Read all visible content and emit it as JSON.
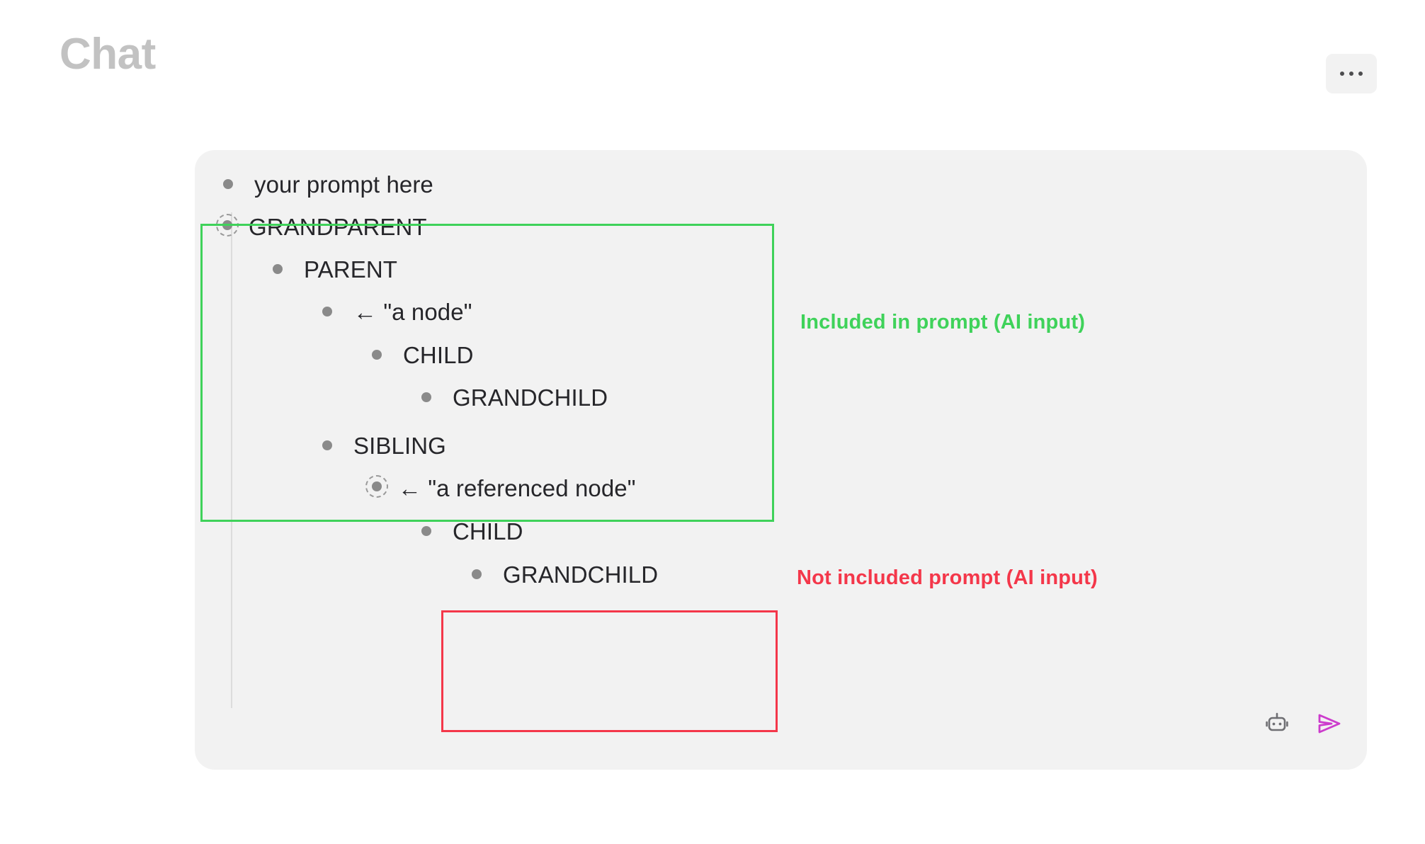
{
  "header": {
    "title": "Chat",
    "overflow_menu": {
      "icon": "ellipsis-icon",
      "label": "..."
    }
  },
  "chat_panel": {
    "outline": [
      {
        "id": "prompt-row",
        "label": "your prompt here",
        "marker": "bullet",
        "depth": 0
      },
      {
        "id": "grandparent",
        "label": "GRANDPARENT",
        "marker": "reference-bullet",
        "depth": 0
      },
      {
        "id": "parent",
        "label": "PARENT",
        "marker": "bullet",
        "depth": 1
      },
      {
        "id": "a-node",
        "label": "← \"a node\"",
        "marker": "bullet",
        "depth": 2
      },
      {
        "id": "child-1",
        "label": "CHILD",
        "marker": "bullet",
        "depth": 3
      },
      {
        "id": "grandchild-1",
        "label": "GRANDCHILD",
        "marker": "bullet",
        "depth": 4
      },
      {
        "id": "sibling",
        "label": "SIBLING",
        "marker": "bullet",
        "depth": 2
      },
      {
        "id": "a-referenced-node",
        "label": "← \"a referenced node\"",
        "marker": "reference-bullet",
        "depth": 3
      },
      {
        "id": "child-2",
        "label": "CHILD",
        "marker": "bullet",
        "depth": 4
      },
      {
        "id": "grandchild-2",
        "label": "GRANDCHILD",
        "marker": "bullet",
        "depth": 5
      }
    ],
    "annotations": {
      "included": {
        "text": "Included in prompt (AI input)",
        "color": "#3fd25a"
      },
      "excluded": {
        "text": "Not included prompt (AI input)",
        "color": "#f4374a"
      }
    },
    "actions": [
      {
        "id": "robot",
        "icon": "robot-icon",
        "color": "#6f6f73"
      },
      {
        "id": "send",
        "icon": "send-icon",
        "color": "#cc3ccc"
      }
    ]
  }
}
